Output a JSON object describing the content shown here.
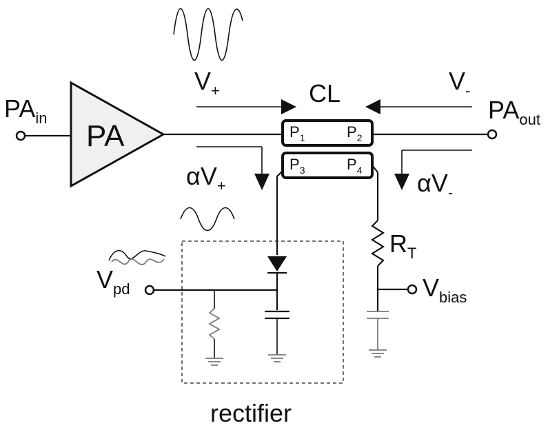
{
  "labels": {
    "pa_in": "PA",
    "pa_in_sub": "in",
    "pa_block": "PA",
    "pa_out": "PA",
    "pa_out_sub": "out",
    "coupler": "CL",
    "v_plus": "V",
    "v_plus_sub": "+",
    "v_minus": "V",
    "v_minus_sub": "-",
    "alpha_v_plus": "αV",
    "alpha_v_plus_sub": "+",
    "alpha_v_minus": "αV",
    "alpha_v_minus_sub": "-",
    "port1": "P",
    "port1_sub": "1",
    "port2": "P",
    "port2_sub": "2",
    "port3": "P",
    "port3_sub": "3",
    "port4": "P",
    "port4_sub": "4",
    "r_t": "R",
    "r_t_sub": "T",
    "v_pd": "V",
    "v_pd_sub": "pd",
    "v_bias": "V",
    "v_bias_sub": "bias",
    "rectifier": "rectifier"
  },
  "icons": {
    "amplifier": "triangle-amplifier-icon",
    "diode": "diode-icon",
    "resistor": "resistor-icon",
    "capacitor": "capacitor-icon",
    "ground": "ground-icon",
    "terminal": "open-terminal-icon",
    "waveform": "sine-wave-icon"
  }
}
